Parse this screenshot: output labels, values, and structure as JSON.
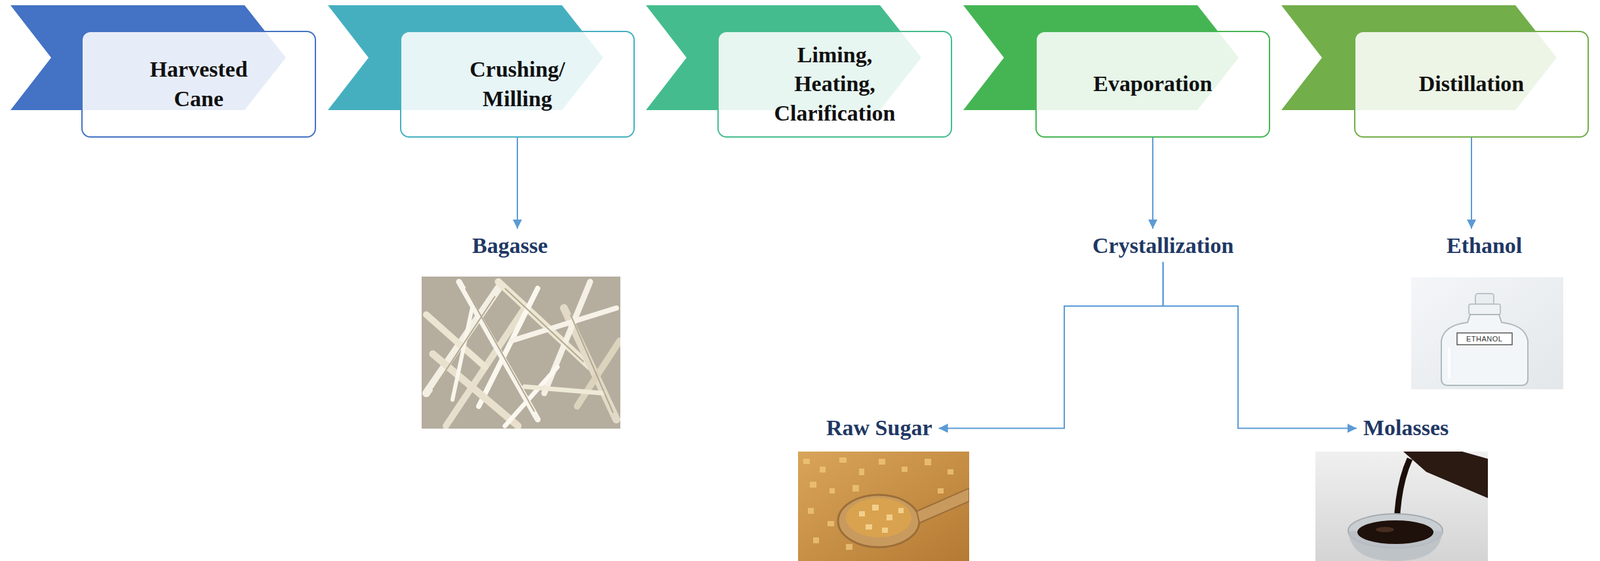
{
  "diagram": {
    "nodes": [
      {
        "text": [
          "Harvested Cane"
        ]
      },
      {
        "text": [
          "Crushing/ Milling"
        ]
      },
      {
        "text": [
          "Liming, Heating, Clarification"
        ]
      },
      {
        "text": [
          "Evaporation"
        ]
      },
      {
        "text": [
          "Distillation"
        ]
      },
      {
        "text": [
          "Bagasse"
        ]
      },
      {
        "text": [
          "Crystallization"
        ]
      },
      {
        "text": [
          "Raw Sugar"
        ]
      },
      {
        "text": [
          "Molasses"
        ]
      },
      {
        "text": [
          "Ethanol"
        ]
      }
    ],
    "edges": [
      {
        "from": 1,
        "to": 5,
        "arrow": "to"
      },
      {
        "from": 3,
        "to": 6,
        "arrow": "to"
      },
      {
        "from": 6,
        "to": 7,
        "arrow": "to"
      },
      {
        "from": 6,
        "to": 8,
        "arrow": "to"
      },
      {
        "from": 4,
        "to": 9,
        "arrow": "to"
      }
    ],
    "labels": [
      "ETHANOL"
    ]
  }
}
